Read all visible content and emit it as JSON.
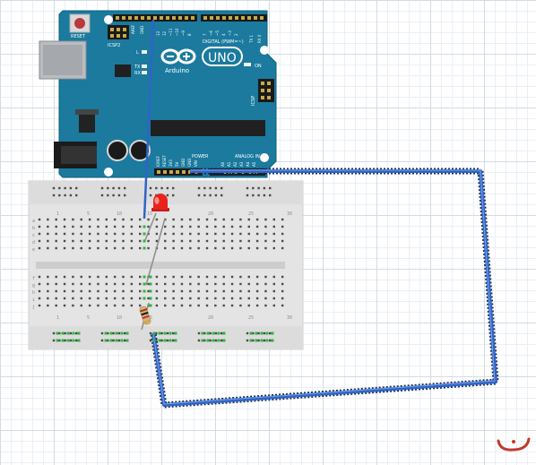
{
  "arduino": {
    "model": "UNO",
    "brand": "Arduino",
    "reset_label": "RESET",
    "icsp2_label": "ICSP2",
    "icsp_label": "ICSP",
    "digital_label": "DIGITAL (PWM=~)",
    "power_label": "POWER",
    "analog_label": "ANALOG IN",
    "on_label": "ON",
    "l_label": "L",
    "tx_label": "TX",
    "rx_label": "RX",
    "aref_label": "AREF",
    "gnd_label": "GND",
    "digital_pins": [
      "13",
      "12",
      "~11",
      "~10",
      "~9",
      "8",
      "7",
      "~6",
      "~5",
      "4",
      "~3",
      "2",
      "TX 1",
      "RX 0"
    ],
    "power_pins": [
      "IOREF",
      "RESET",
      "3V3",
      "5V",
      "GND",
      "GND",
      "VIN"
    ],
    "analog_pins": [
      "A0",
      "A1",
      "A2",
      "A3",
      "A4",
      "A5"
    ]
  },
  "breadboard": {
    "row_letters_top": [
      "a",
      "b",
      "c",
      "d",
      "e"
    ],
    "row_letters_bottom": [
      "f",
      "g",
      "h",
      "i",
      "j"
    ],
    "column_numbers": [
      "1",
      "5",
      "10",
      "15",
      "20",
      "25",
      "30"
    ]
  },
  "components": {
    "led": "LED (red)",
    "resistor": "Resistor"
  },
  "colors": {
    "board": "#1b7a9e",
    "wire": "#2f64c8",
    "led": "#e8231e",
    "breadboard": "#e6e6e6",
    "corner_icon": "#c0392b"
  },
  "icons": {
    "corner": "smile-icon"
  }
}
